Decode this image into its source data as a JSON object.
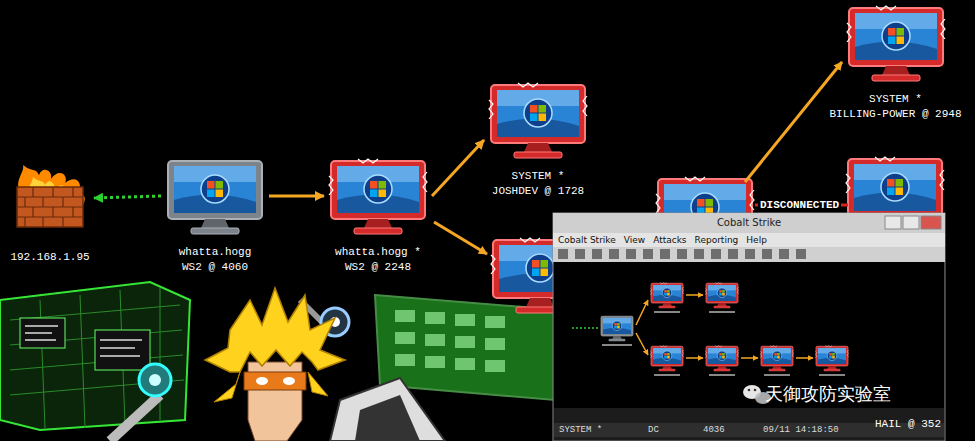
{
  "diagram": {
    "nodes": [
      {
        "text": [
          "192.168.1.95"
        ]
      },
      {
        "text": [
          "whatta.hogg",
          "WS2 @ 4060"
        ]
      },
      {
        "text": [
          "whatta.hogg *",
          "WS2 @ 2248"
        ]
      },
      {
        "text": [
          "SYSTEM *",
          "JOSHDEV @ 1728"
        ]
      },
      {
        "text": [
          "SYSTEM *",
          "BILLING-POWER @ 2948"
        ]
      },
      {
        "text": [
          "Cobalt Strike"
        ]
      },
      {
        "text": [
          "HAIL @ 352"
        ],
        "in": 5
      }
    ],
    "edges": [
      {
        "from": 1,
        "to": 0,
        "arrow": "to"
      },
      {
        "from": 1,
        "to": 2,
        "arrow": "to"
      },
      {
        "from": 2,
        "to": 3,
        "arrow": "to"
      }
    ],
    "labels": [
      "DISCONNECTED",
      "Cobalt Strike",
      "View",
      "Attacks",
      "Reporting",
      "Help",
      "天御攻防实验室",
      "SYSTEM *",
      "DC",
      "4036",
      "09/11 14:18:50"
    ]
  }
}
